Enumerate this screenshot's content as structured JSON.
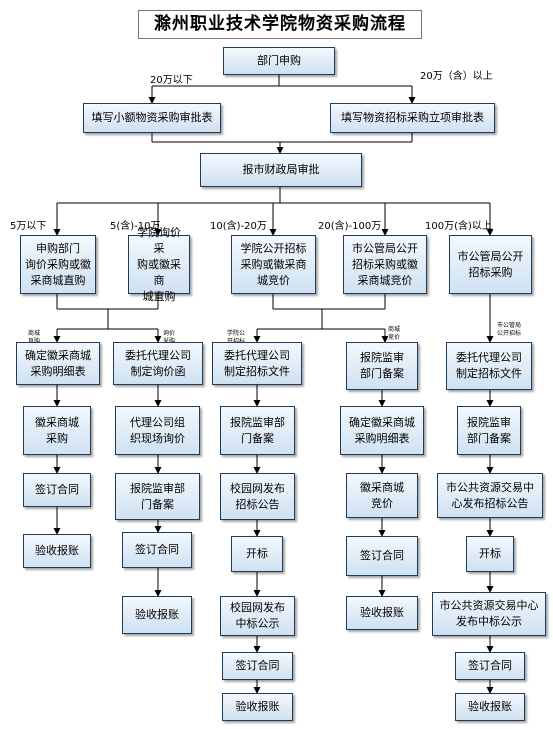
{
  "title": "滁州职业技术学院物资采购流程",
  "nodes": {
    "dept": "部门申购",
    "form_small": "填写小额物资采购审批表",
    "form_bid": "填写物资招标采购立项审批表",
    "finance": "报市财政局审批",
    "a1": "申购部门\n询价采购或徽\n采商城直购",
    "b1": "学院询价采\n购或徽采商\n城直购",
    "c1": "学院公开招标\n采购或徽采商\n城竞价",
    "d1": "市公管局公开\n招标采购或徽\n采商城竞价",
    "e1": "市公管局公开\n招标采购",
    "a2": "确定徽采商城\n采购明细表",
    "a3": "徽采商城\n采购",
    "a4": "签订合同",
    "a5": "验收报账",
    "b2": "委托代理公司\n制定询价函",
    "b3": "代理公司组\n织现场询价",
    "b4": "报院监审部\n门备案",
    "b5": "签订合同",
    "b6": "验收报账",
    "c2": "委托代理公司\n制定招标文件",
    "c3": "报院监审部\n门备案",
    "c4": "校园网发布\n招标公告",
    "c5": "开标",
    "c6": "校园网发布\n中标公示",
    "c7": "签订合同",
    "c8": "验收报账",
    "d2": "报院监审\n部门备案",
    "d3": "确定徽采商城\n采购明细表",
    "d4": "徽采商城\n竞价",
    "d5": "签订合同",
    "d6": "验收报账",
    "e2": "委托代理公司\n制定招标文件",
    "e3": "报院监审\n部门备案",
    "e4": "市公共资源交易中\n心发布招标公告",
    "e5": "开标",
    "e6": "市公共资源交易中心\n发布中标公示",
    "e7": "签订合同",
    "e8": "验收报账"
  },
  "labels": {
    "under20": "20万以下",
    "over20": "20万（含）以上",
    "r1": "5万以下",
    "r2": "5(含)-10万",
    "r3": "10(含)-20万",
    "r4": "20(含)-100万",
    "r5": "100万(含)以上",
    "s_a": "商城\n直购",
    "s_b": "询价\n采购",
    "s_c": "学院公\n开招标",
    "s_d": "商城\n竞价",
    "s_e": "市公管局\n公开招标"
  }
}
